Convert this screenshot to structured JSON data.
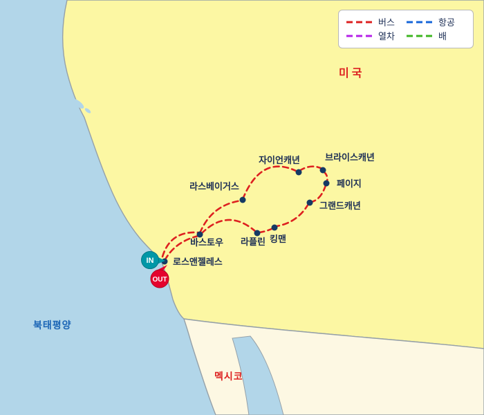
{
  "colors": {
    "ocean": "#b2d6e9",
    "us_fill": "#fcf7a3",
    "mexico_fill": "#fdf8e3",
    "coast_stroke": "#95a0a8",
    "route_bus": "#dd2020",
    "city_dot": "#153a64",
    "in_marker": "#0097a7",
    "out_marker": "#e4032e"
  },
  "legend": {
    "items": [
      {
        "id": "bus",
        "label": "버스",
        "color": "#dd2020"
      },
      {
        "id": "air",
        "label": "항공",
        "color": "#1565d8"
      },
      {
        "id": "train",
        "label": "열차",
        "color": "#b520e8"
      },
      {
        "id": "ship",
        "label": "배",
        "color": "#3db520"
      }
    ]
  },
  "regions": {
    "country_top": "미국",
    "ocean": "북태평양",
    "country_bottom": "멕시코"
  },
  "cities": [
    {
      "name": "로스앤젤레스"
    },
    {
      "name": "바스토우"
    },
    {
      "name": "라스베이거스"
    },
    {
      "name": "자이언캐년"
    },
    {
      "name": "브라이스캐년"
    },
    {
      "name": "페이지"
    },
    {
      "name": "그랜드캐년"
    },
    {
      "name": "킹맨"
    },
    {
      "name": "라플린"
    }
  ],
  "markers": {
    "in": "IN",
    "out": "OUT"
  }
}
